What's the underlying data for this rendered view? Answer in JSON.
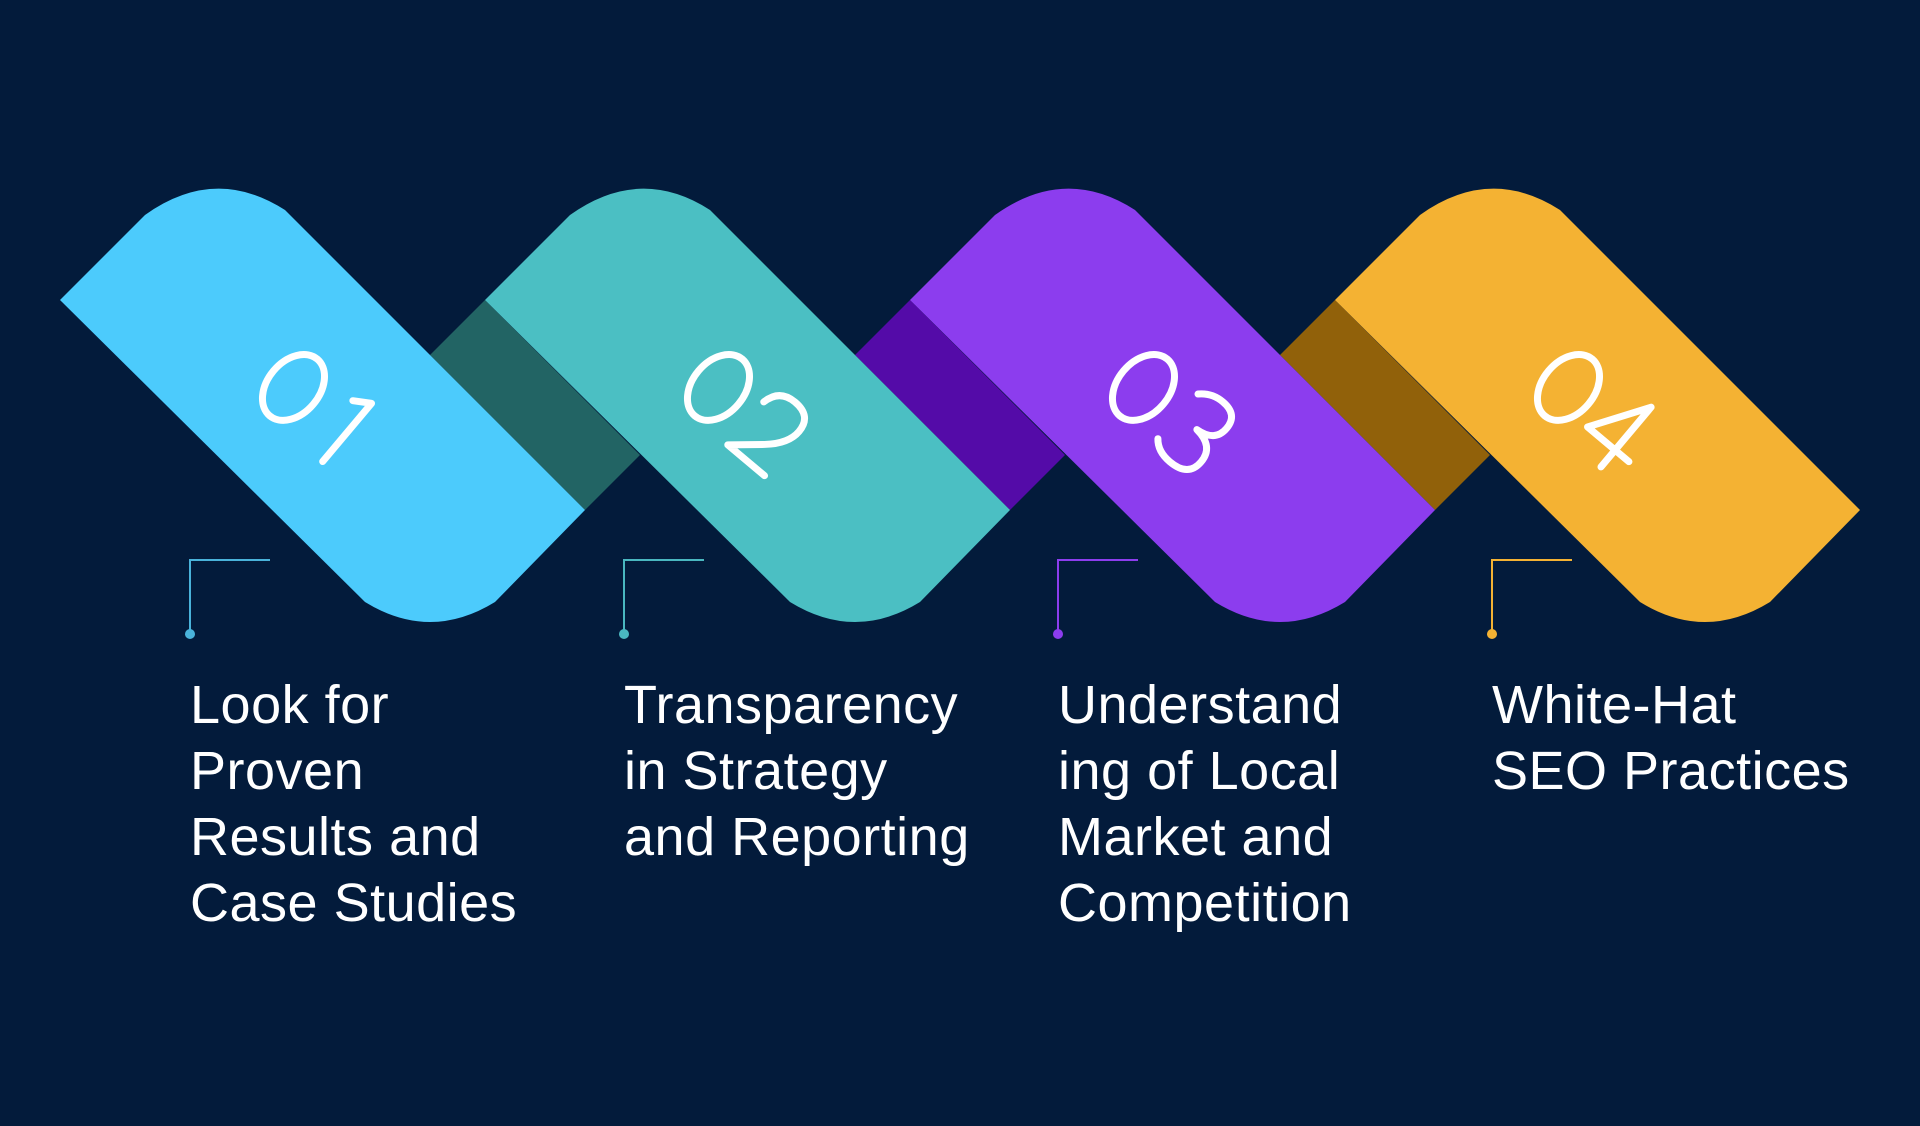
{
  "colors": {
    "background": "#031b3b",
    "step1": "#4ccbfc",
    "step2": "#4bbfc3",
    "step3": "#8c3dee",
    "step4": "#f4b233",
    "overlap1": "#226464",
    "overlap2": "#540ba8",
    "overlap3": "#91610a",
    "connector1": "#4ab3da",
    "connector2": "#4ab7c0",
    "connector3": "#8c3dee",
    "connector4": "#f4b233"
  },
  "steps": [
    {
      "number": "01",
      "lines": [
        "Look for",
        "Proven",
        "Results and",
        "Case Studies"
      ]
    },
    {
      "number": "02",
      "lines": [
        "Transparency",
        "in Strategy",
        "and Reporting"
      ]
    },
    {
      "number": "03",
      "lines": [
        "Understand",
        "ing of Local",
        "Market and",
        "Competition"
      ]
    },
    {
      "number": "04",
      "lines": [
        "White-Hat",
        "SEO Practices"
      ]
    }
  ]
}
